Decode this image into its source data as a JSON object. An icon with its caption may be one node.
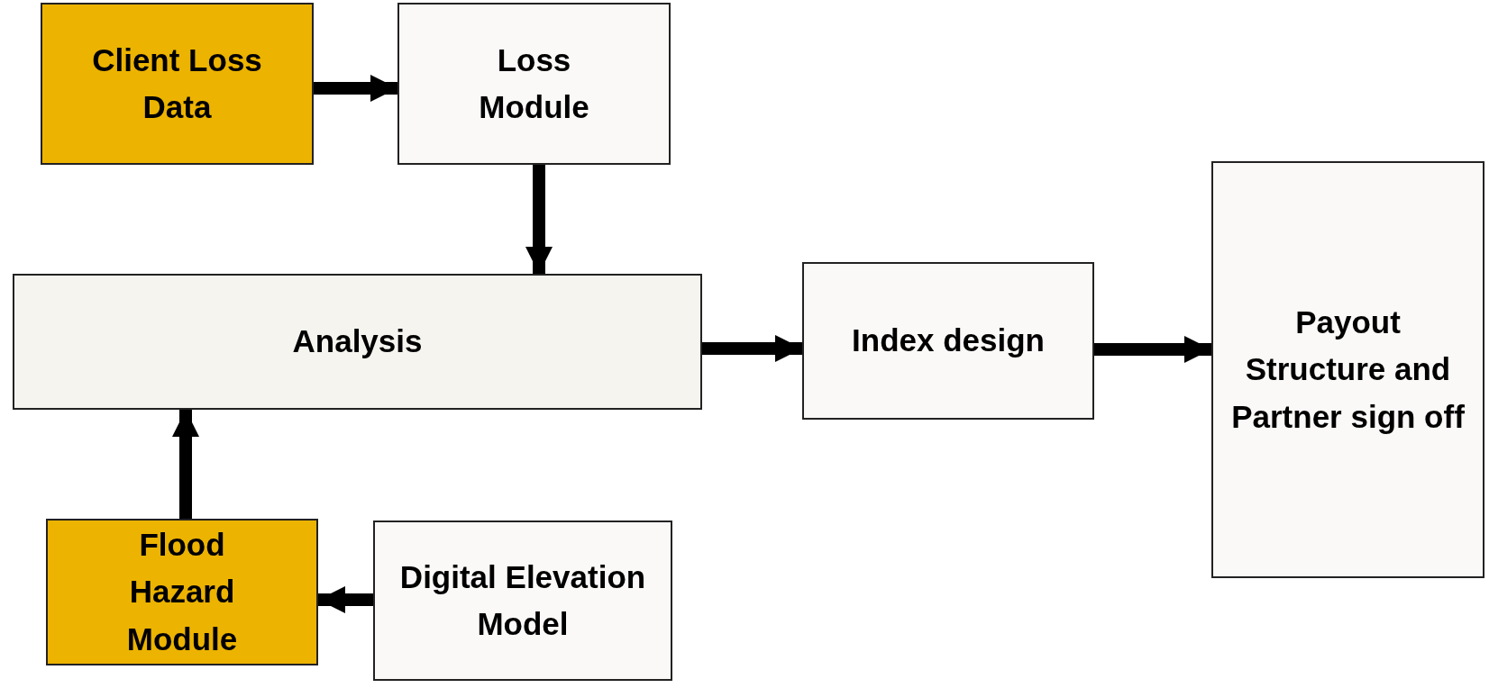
{
  "diagram": {
    "nodes": [
      {
        "text": [
          "Client Loss Data"
        ]
      },
      {
        "text": [
          "Loss Module"
        ]
      },
      {
        "text": [
          "Analysis"
        ]
      },
      {
        "text": [
          "Index design"
        ]
      },
      {
        "text": [
          "Payout Structure and Partner sign off"
        ]
      },
      {
        "text": [
          "Flood Hazard Module"
        ]
      },
      {
        "text": [
          "Digital Elevation Model"
        ]
      }
    ],
    "edges": [
      {
        "from": 0,
        "to": 1,
        "arrow": "to"
      },
      {
        "from": 1,
        "to": 2,
        "arrow": "to"
      },
      {
        "from": 2,
        "to": 3,
        "arrow": "to"
      },
      {
        "from": 3,
        "to": 4,
        "arrow": "to"
      },
      {
        "from": 6,
        "to": 5,
        "arrow": "to"
      },
      {
        "from": 5,
        "to": 2,
        "arrow": "to"
      }
    ]
  }
}
